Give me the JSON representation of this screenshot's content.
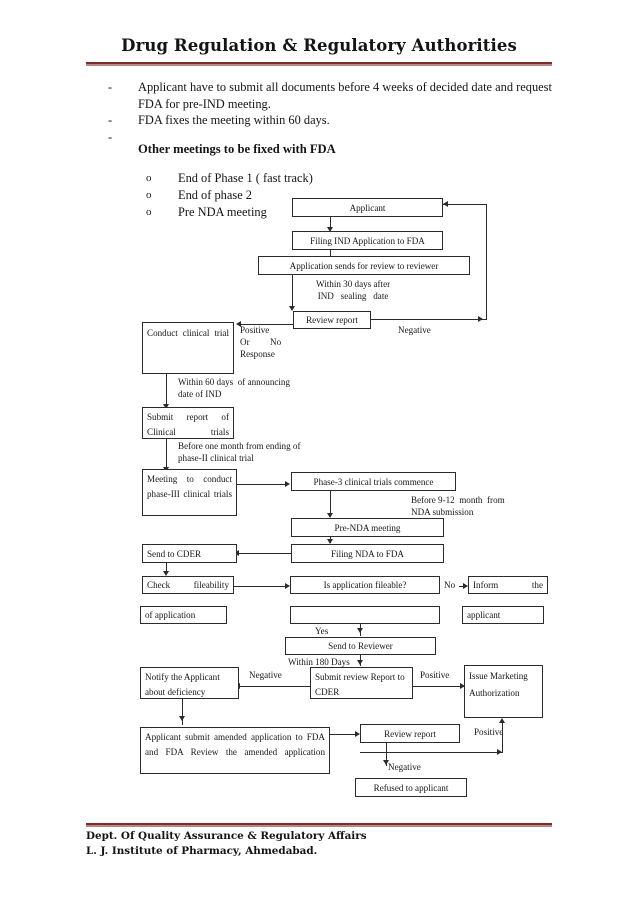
{
  "header": {
    "title": "Drug Regulation & Regulatory Authorities"
  },
  "intro": {
    "dash": "-",
    "circle": "o",
    "bullets": [
      "Applicant have to submit all documents before 4 weeks of decided date  and request FDA for pre-IND meeting.",
      "FDA fixes the meeting within 60 days.",
      ""
    ],
    "subheading": "Other meetings to be fixed with FDA",
    "sub_items": [
      "End of Phase 1   ( fast track)",
      "End of phase 2",
      "Pre NDA meeting"
    ]
  },
  "flowchart": {
    "nodes": {
      "applicant": "Applicant",
      "filing_ind": "Filing IND Application to FDA",
      "application_sends": "Application sends for review to reviewer",
      "review_report_top": "Review report",
      "conduct_trial": "Conduct clinical trial",
      "submit_report": "Submit report of Clinical trials",
      "meeting_phase3": "Meeting to conduct phase-III clinical trials",
      "phase3_commence": "Phase-3 clinical trials commence",
      "pre_nda_meeting": "Pre-NDA meeting",
      "send_to_cder": "Send to CDER",
      "filing_nda": "Filing NDA to FDA",
      "check_fileability": "Check fileability",
      "of_application": "of application",
      "is_filable": "Is application fileable?",
      "inform_the": "Inform the",
      "applicant_box": "applicant",
      "empty_box": "",
      "send_to_reviewer": "Send to Reviewer",
      "notify_applicant": "Notify the Applicant about deficiency",
      "submit_review": "Submit review Report to CDER",
      "issue_marketing": "Issue Marketing Authorization",
      "amended_application": "Applicant submit amended application to FDA and FDA Review the amended application",
      "review_report_bottom": "Review report",
      "refused": "Refused to applicant"
    },
    "edge_labels": {
      "within_30_days": "Within 30 days after\nIND   sealing   date",
      "positive_top": "Positive\nOr         No\nResponse",
      "negative_top": "Negative",
      "within_60_days": "Within 60 days  of announcing\ndate of IND",
      "before_one_month": "Before one month from ending of\nphase-II clinical trial",
      "before_9_12": "Before 9-12  month  from\nNDA submission",
      "no": "No",
      "yes": "Yes",
      "within_180_days": "Within 180 Days",
      "negative_mid": "Negative",
      "positive_mid": "Positive",
      "positive_low": "Positive",
      "negative_low": "Negative"
    }
  },
  "footer": {
    "line1": "Dept. Of Quality Assurance & Regulatory Affairs",
    "line2": "L. J. Institute of Pharmacy, Ahmedabad."
  },
  "colors": {
    "rule_dark": "#7d2b2b",
    "rule_light": "#b98585",
    "text": "#151515",
    "stroke": "#2b2b2b"
  }
}
